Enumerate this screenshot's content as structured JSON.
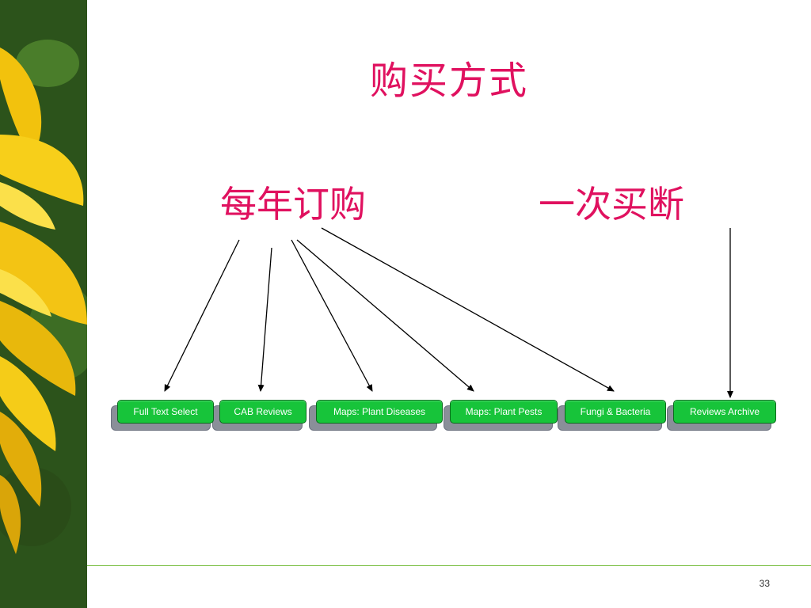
{
  "slide": {
    "title": "购买方式",
    "subscription_label": "每年订购",
    "one_time_label": "一次买断",
    "page_number": "33"
  },
  "buttons": [
    {
      "label": "Full Text Select"
    },
    {
      "label": "CAB Reviews"
    },
    {
      "label": "Maps: Plant Diseases"
    },
    {
      "label": "Maps: Plant Pests"
    },
    {
      "label": "Fungi & Bacteria"
    },
    {
      "label": "Reviews Archive"
    }
  ],
  "colors": {
    "title": "#e0115f",
    "button_fill": "#17c43a",
    "footer_line": "#7fc14a"
  }
}
